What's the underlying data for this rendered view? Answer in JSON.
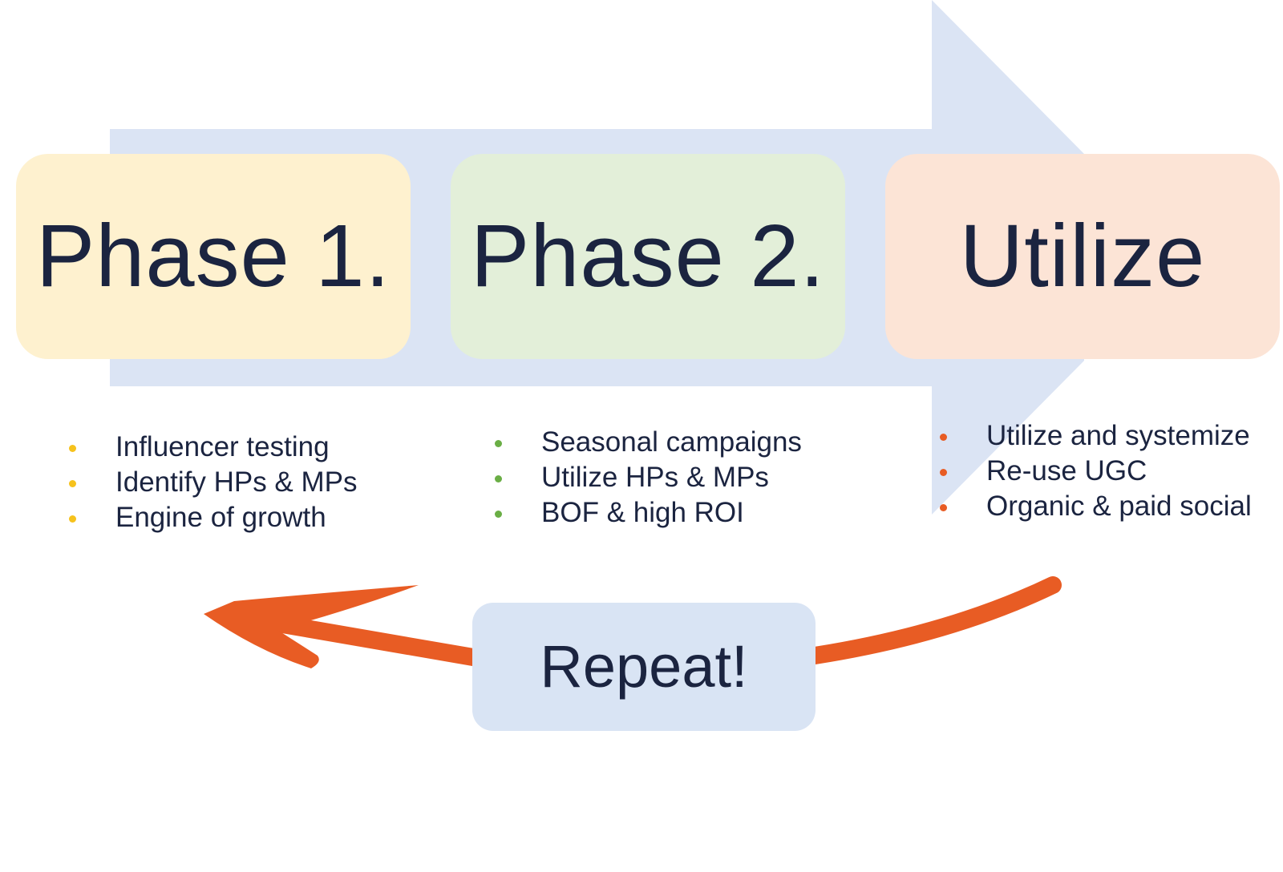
{
  "colors": {
    "arrow_fill": "#dbe4f4",
    "phase1_fill": "#fef1cf",
    "phase2_fill": "#e3efd9",
    "utilize_fill": "#fce4d6",
    "repeat_fill": "#d9e4f4",
    "text": "#1b2440",
    "loop_arrow": "#e85c24",
    "bullet_phase1": "#f6c21c",
    "bullet_phase2": "#6aae45",
    "bullet_utilize": "#e85c24"
  },
  "stages": [
    {
      "title": "Phase 1.",
      "bullets": [
        "Influencer testing",
        "Identify HPs & MPs",
        "Engine of growth"
      ]
    },
    {
      "title": "Phase 2.",
      "bullets": [
        "Seasonal campaigns",
        "Utilize HPs & MPs",
        "BOF & high ROI"
      ]
    },
    {
      "title": "Utilize",
      "bullets": [
        "Utilize and systemize",
        "Re-use UGC",
        "Organic & paid social"
      ]
    }
  ],
  "repeat": {
    "label": "Repeat!"
  }
}
